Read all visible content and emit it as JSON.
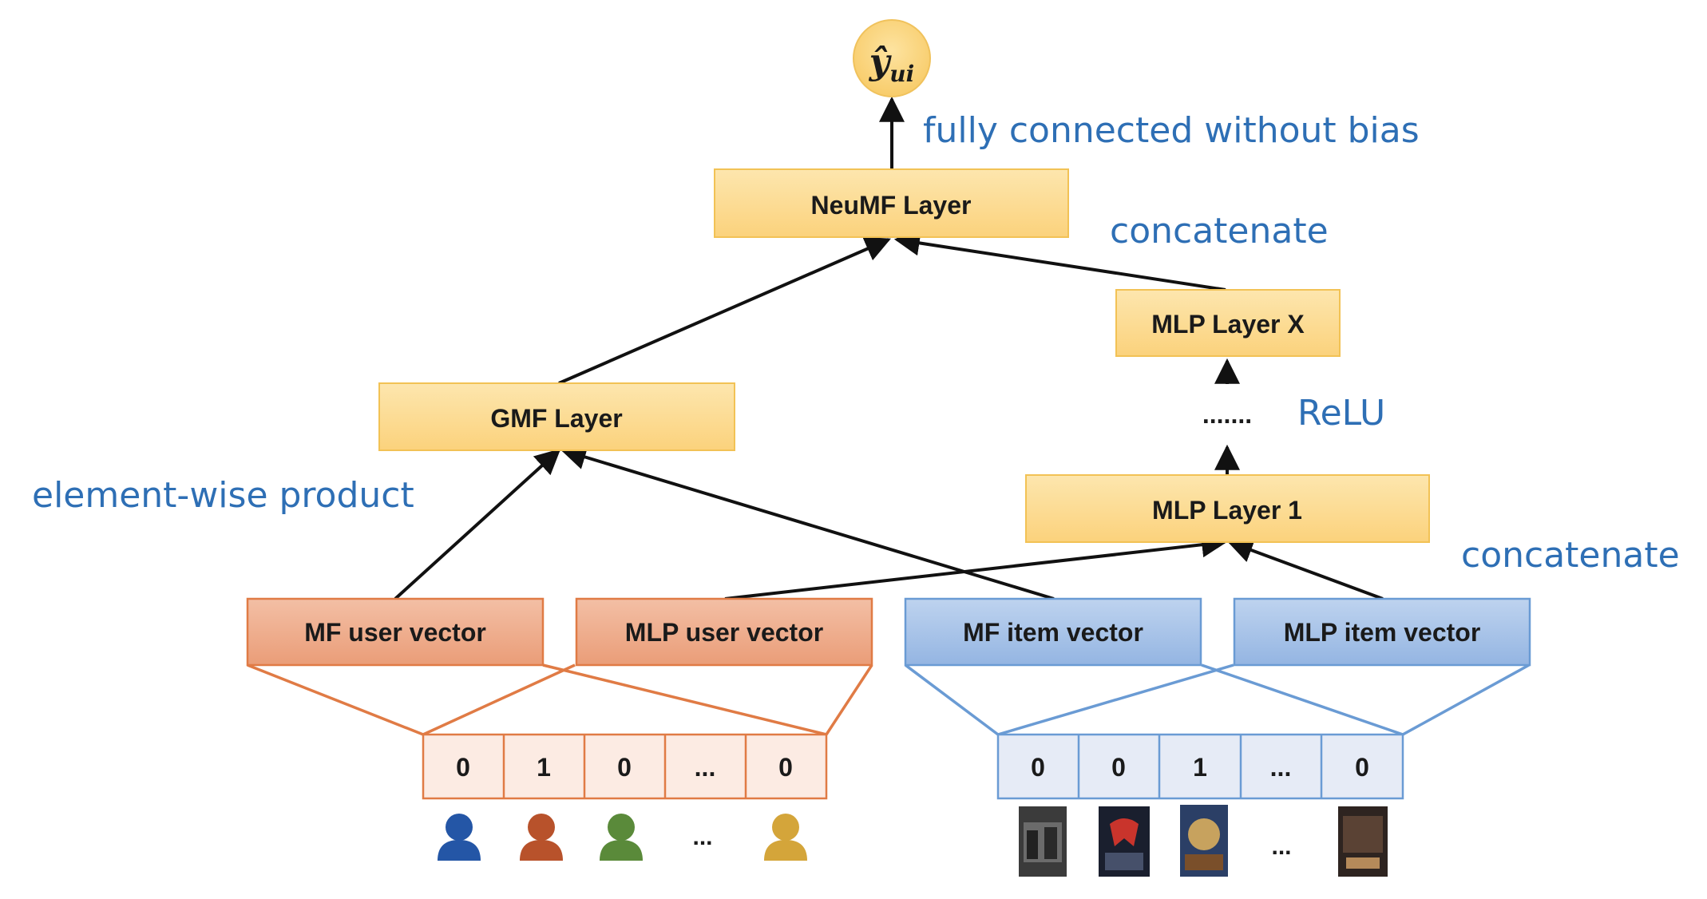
{
  "output": {
    "symbol": "ŷ",
    "subscript": "ui"
  },
  "labels": {
    "fully_connected": "fully connected without bias",
    "concatenate_top": "concatenate",
    "relu": "ReLU",
    "element_wise": "element-wise product",
    "concatenate_bottom": "concatenate",
    "dots_mlp": "......."
  },
  "layers": {
    "neumf": "NeuMF Layer",
    "gmf": "GMF Layer",
    "mlp_x": "MLP Layer X",
    "mlp_1": "MLP Layer 1"
  },
  "vectors": {
    "mf_user": "MF user vector",
    "mlp_user": "MLP user vector",
    "mf_item": "MF item vector",
    "mlp_item": "MLP item vector"
  },
  "user_onehot": [
    "0",
    "1",
    "0",
    "...",
    "0"
  ],
  "item_onehot": [
    "0",
    "0",
    "1",
    "...",
    "0"
  ],
  "user_ellipsis": "...",
  "item_ellipsis": "...",
  "colors": {
    "layer_fill": "#fbd88a",
    "layer_stroke": "#f2c255",
    "user_fill": "#eda887",
    "user_stroke": "#e07b45",
    "item_fill": "#a8c4e8",
    "item_stroke": "#6a9bd4",
    "label_blue": "#2e6fb5",
    "user_icon_1": "#2456a6",
    "user_icon_2": "#b8522b",
    "user_icon_3": "#5a8a3a",
    "user_icon_4": "#d4a53a"
  }
}
